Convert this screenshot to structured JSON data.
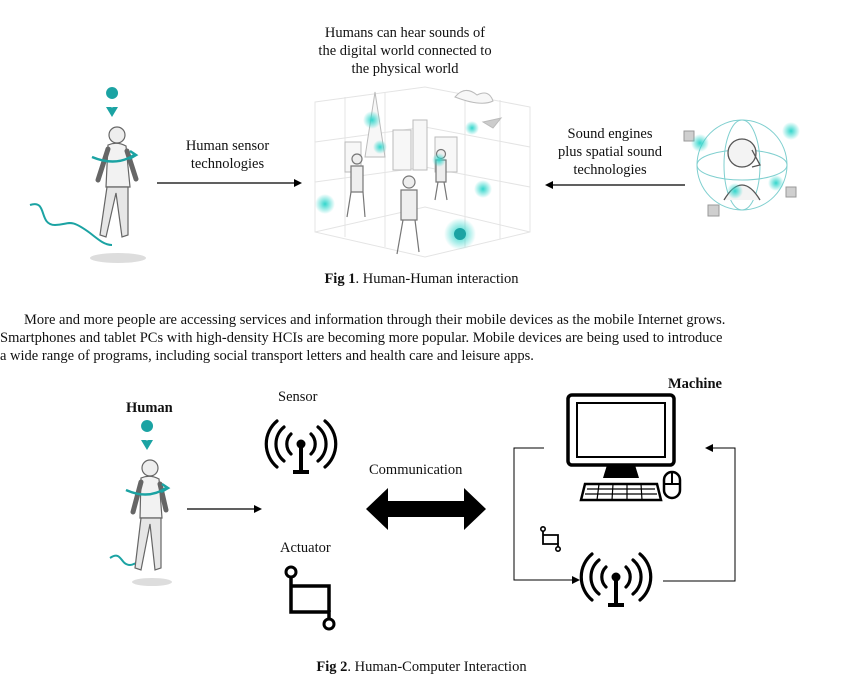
{
  "fig1": {
    "center_text": [
      "Humans can hear sounds of",
      "the digital world connected to",
      "the physical world"
    ],
    "left_label": [
      "Human sensor",
      "technologies"
    ],
    "right_label": [
      "Sound engines",
      "plus spatial sound",
      "technologies"
    ],
    "caption_prefix": "Fig 1",
    "caption_text": ". Human-Human interaction"
  },
  "paragraph": [
    "More and more people are accessing services and information through their mobile devices as the mobile Internet grows.",
    "Smartphones and tablet PCs with high-density HCIs are becoming more popular. Mobile devices are being used to introduce",
    "a wide range of programs, including social transport letters and health care and leisure apps."
  ],
  "fig2": {
    "human_label": "Human",
    "sensor_label": "Sensor",
    "communication_label": "Communication",
    "actuator_label": "Actuator",
    "machine_label": "Machine",
    "caption_prefix": "Fig 2",
    "caption_text": ". Human-Computer Interaction"
  },
  "colors": {
    "accent": "#1ba3a3",
    "glow": "#33d6cc",
    "line": "#000000"
  },
  "icons": [
    "location-pin-icon",
    "walking-person-icon",
    "antenna-icon",
    "actuator-icon",
    "computer-monitor-icon",
    "mouse-icon",
    "keyboard-icon",
    "double-arrow-icon"
  ]
}
